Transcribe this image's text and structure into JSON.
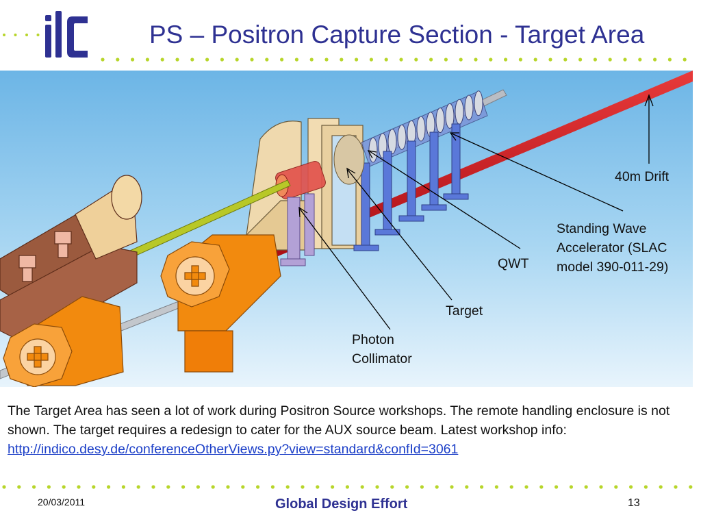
{
  "slide": {
    "logo_text": "ilc",
    "title": "PS – Positron Capture Section - Target Area"
  },
  "diagram": {
    "labels": {
      "drift": "40m Drift",
      "accelerator": [
        "Standing Wave",
        "Accelerator (SLAC",
        "model 390-011-29)"
      ],
      "qwt": "QWT",
      "target": "Target",
      "collimator": [
        "Photon",
        "Collimator"
      ]
    }
  },
  "body": {
    "text": "The Target Area has seen a lot of work during Positron Source workshops. The remote handling enclosure is not shown. The target requires a redesign to cater for the AUX source beam. Latest workshop info: ",
    "link": "http://indico.desy.de/conferenceOtherViews.py?view=standard&confId=3061"
  },
  "footer": {
    "date": "20/03/2011",
    "organization": "Global Design Effort",
    "page": "13"
  },
  "colors": {
    "title": "#2e3192",
    "dots": "#b7d52a",
    "sky_top": "#6cb5e6",
    "sky_bottom": "#e8f4fc",
    "red_beam": "#c8141e",
    "yellow_beam": "#b8c828",
    "orange_magnet": "#f28a0e",
    "copper": "#b06a48",
    "link": "#1d40c8"
  },
  "icons": [
    "ilc-logo"
  ]
}
